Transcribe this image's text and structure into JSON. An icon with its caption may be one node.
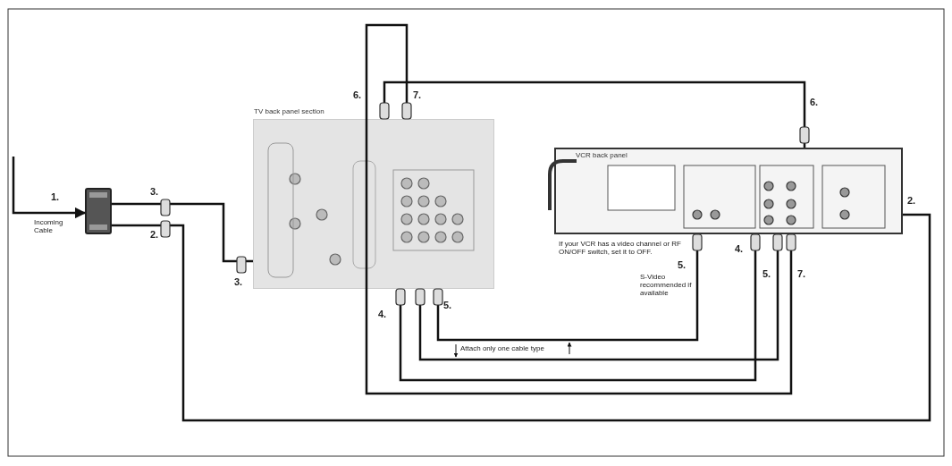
{
  "diagram": {
    "nodes": [
      {
        "text": [
          "TV back panel section"
        ]
      },
      {
        "text": [
          "VCR back panel"
        ]
      },
      {
        "text": [],
        "shape": "box"
      }
    ],
    "edges": [
      {
        "from": null,
        "to": 2,
        "arrow": "to"
      },
      {
        "from": 2,
        "to": 0,
        "arrow": "none"
      },
      {
        "from": 2,
        "to": 1,
        "arrow": "none"
      },
      {
        "from": 0,
        "to": 1,
        "arrow": "none"
      },
      {
        "from": 0,
        "to": 1,
        "arrow": "none"
      },
      {
        "from": 0,
        "to": 1,
        "arrow": "none"
      },
      {
        "from": 0,
        "to": 1,
        "arrow": "none"
      },
      {
        "from": 0,
        "to": 1,
        "arrow": "none"
      }
    ],
    "labels": [
      "6.",
      "7.",
      "6.",
      "1.",
      "3.",
      "Incoming Cable",
      "2.",
      "2.",
      "3.",
      "If your VCR has a video channel or RF ON/OFF switch, set it to OFF.",
      "4.",
      "5.",
      "7.",
      "5.",
      "S-Video recommended if available",
      "5.",
      "4.",
      "Attach only one cable type"
    ]
  }
}
